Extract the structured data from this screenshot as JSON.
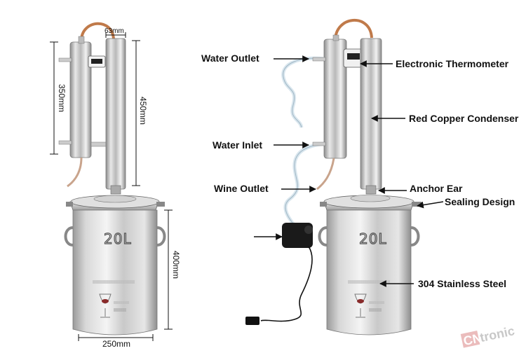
{
  "dimensions": {
    "top_pipe": "63mm",
    "condenser_height": "350mm",
    "column_height": "450mm",
    "tank_height": "400mm",
    "tank_diameter": "250mm"
  },
  "tank_marking": "20L",
  "callouts": {
    "water_outlet": "Water Outlet",
    "water_inlet": "Water Inlet",
    "wine_outlet": "Wine Outlet",
    "electronic_thermometer": "Electronic Thermometer",
    "red_copper_condenser": "Red Copper Condenser",
    "anchor_ear": "Anchor Ear",
    "sealing_design": "Sealing Design",
    "stainless_steel": "304 Stainless Steel"
  },
  "watermark": {
    "brand_prefix": "CN",
    "brand_suffix": "tronic"
  }
}
